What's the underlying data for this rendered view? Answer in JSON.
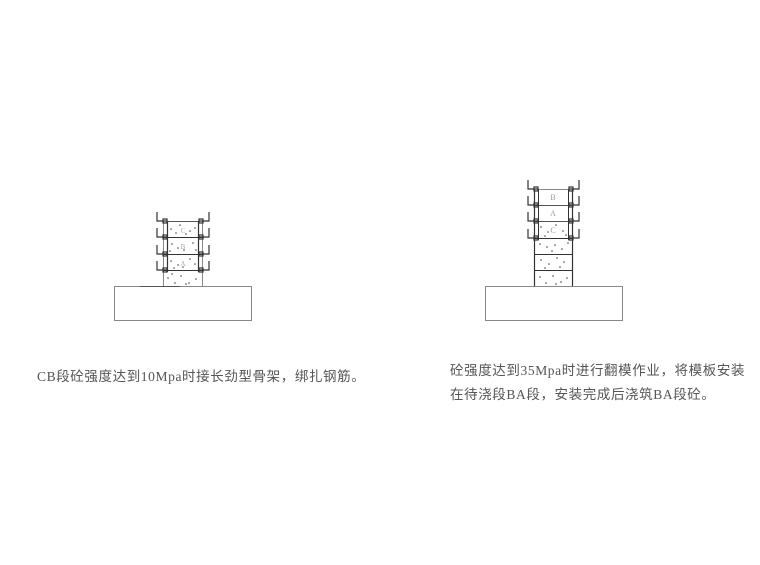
{
  "figure": {
    "left_stage": {
      "caption": "CB段砼强度达到10Mpa时接长劲型骨架，绑扎钢筋。",
      "segment_labels": [
        "C",
        "B",
        "A"
      ]
    },
    "right_stage": {
      "caption_lines": [
        "砼强度达到35Mpa时进行翻模作业，将模板安装",
        "在待浇段BA段，安装完成后浇筑BA段砼。"
      ],
      "segment_labels": [
        "B",
        "A",
        "C"
      ]
    }
  },
  "colors": {
    "line": "#333333",
    "base_line": "#888888",
    "text": "#555555",
    "label": "#999999"
  }
}
